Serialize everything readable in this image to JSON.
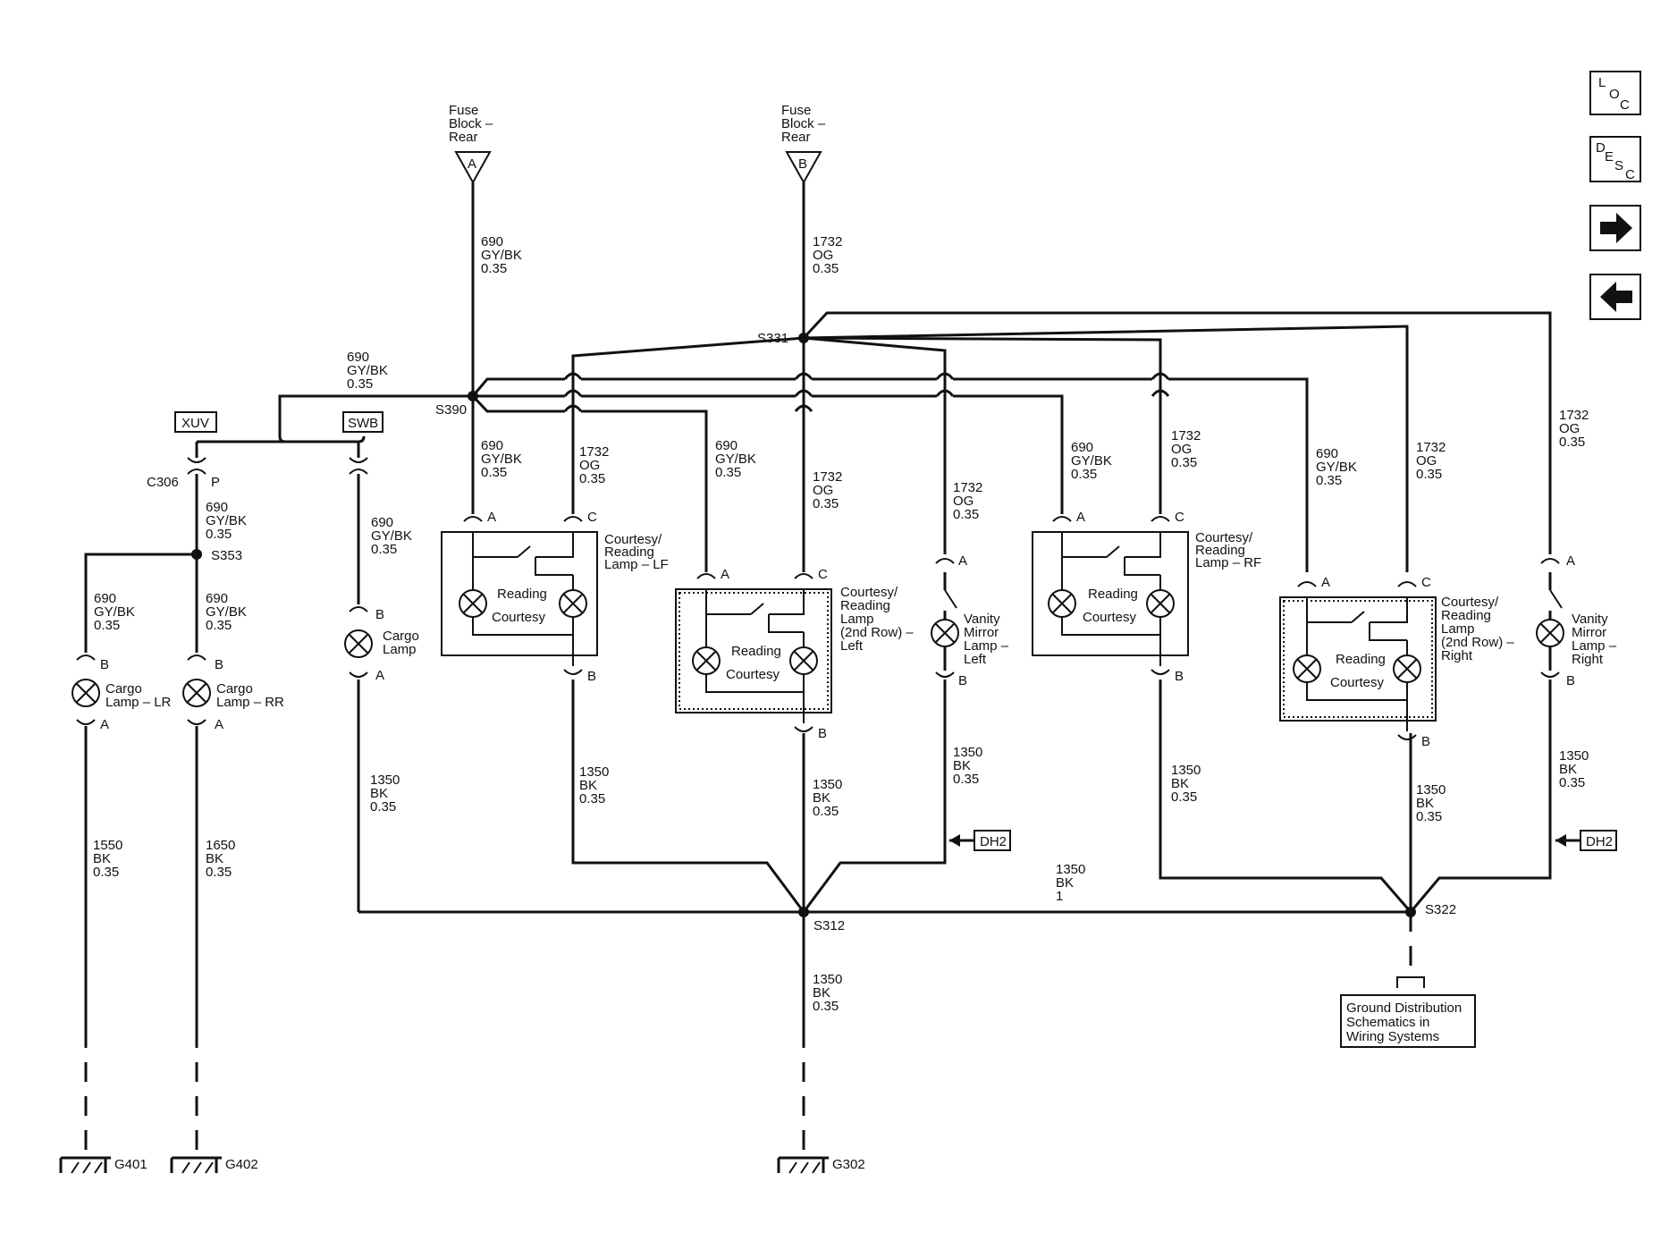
{
  "nav": {
    "loc": [
      "L",
      "O",
      "C"
    ],
    "desc": [
      "D",
      "E",
      "S",
      "C"
    ]
  },
  "fuse_a": {
    "lines": [
      "Fuse",
      "Block –",
      "Rear"
    ],
    "tag": "A"
  },
  "fuse_b": {
    "lines": [
      "Fuse",
      "Block –",
      "Rear"
    ],
    "tag": "B"
  },
  "splices": {
    "s390": "S390",
    "s331": "S331",
    "s353": "S353",
    "s312": "S312",
    "s322": "S322"
  },
  "options": {
    "xuv": "XUV",
    "swb": "SWB"
  },
  "c306": {
    "name": "C306",
    "pin": "P"
  },
  "wires": {
    "fa": [
      "690",
      "GY/BK",
      "0.35"
    ],
    "fb": [
      "1732",
      "OG",
      "0.35"
    ],
    "left": [
      "690",
      "GY/BK",
      "0.35"
    ],
    "c306": [
      "690",
      "GY/BK",
      "0.35"
    ],
    "lr_up": [
      "690",
      "GY/BK",
      "0.35"
    ],
    "rr_up": [
      "690",
      "GY/BK",
      "0.35"
    ],
    "swb": [
      "690",
      "GY/BK",
      "0.35"
    ],
    "lf_a": [
      "690",
      "GY/BK",
      "0.35"
    ],
    "lf_c": [
      "1732",
      "OG",
      "0.35"
    ],
    "l2_a": [
      "690",
      "GY/BK",
      "0.35"
    ],
    "l2_c": [
      "1732",
      "OG",
      "0.35"
    ],
    "vml": [
      "1732",
      "OG",
      "0.35"
    ],
    "rf_a": [
      "690",
      "GY/BK",
      "0.35"
    ],
    "rf_c": [
      "1732",
      "OG",
      "0.35"
    ],
    "r2_a": [
      "690",
      "GY/BK",
      "0.35"
    ],
    "r2_c": [
      "1732",
      "OG",
      "0.35"
    ],
    "vmr": [
      "1732",
      "OG",
      "0.35"
    ],
    "g401": [
      "1550",
      "BK",
      "0.35"
    ],
    "g402": [
      "1650",
      "BK",
      "0.35"
    ],
    "cargo_g": [
      "1350",
      "BK",
      "0.35"
    ],
    "lf_g": [
      "1350",
      "BK",
      "0.35"
    ],
    "l2_g": [
      "1350",
      "BK",
      "0.35"
    ],
    "vml_g": [
      "1350",
      "BK",
      "0.35"
    ],
    "rf_g": [
      "1350",
      "BK",
      "0.35"
    ],
    "r2_g": [
      "1350",
      "BK",
      "0.35"
    ],
    "vmr_g": [
      "1350",
      "BK",
      "0.35"
    ],
    "bus": [
      "1350",
      "BK",
      "1"
    ],
    "s312_g": [
      "1350",
      "BK",
      "0.35"
    ]
  },
  "components": {
    "cargo_lr": [
      "Cargo",
      "Lamp – LR"
    ],
    "cargo_rr": [
      "Cargo",
      "Lamp – RR"
    ],
    "cargo": [
      "Cargo",
      "Lamp"
    ],
    "lf": [
      "Courtesy/",
      "Reading",
      "Lamp – LF"
    ],
    "l2": [
      "Courtesy/",
      "Reading",
      "Lamp",
      "(2nd Row) –",
      "Left"
    ],
    "vml": [
      "Vanity",
      "Mirror",
      "Lamp –",
      "Left"
    ],
    "rf": [
      "Courtesy/",
      "Reading",
      "Lamp – RF"
    ],
    "r2": [
      "Courtesy/",
      "Reading",
      "Lamp",
      "(2nd Row) –",
      "Right"
    ],
    "vmr": [
      "Vanity",
      "Mirror",
      "Lamp –",
      "Right"
    ],
    "reading": "Reading",
    "courtesy": "Courtesy"
  },
  "pins": {
    "a": "A",
    "b": "B",
    "c": "C"
  },
  "grounds": {
    "g401": "G401",
    "g402": "G402",
    "g302": "G302"
  },
  "dh2": "DH2",
  "ground_ref": [
    "Ground Distribution",
    "Schematics in",
    "Wiring Systems"
  ]
}
